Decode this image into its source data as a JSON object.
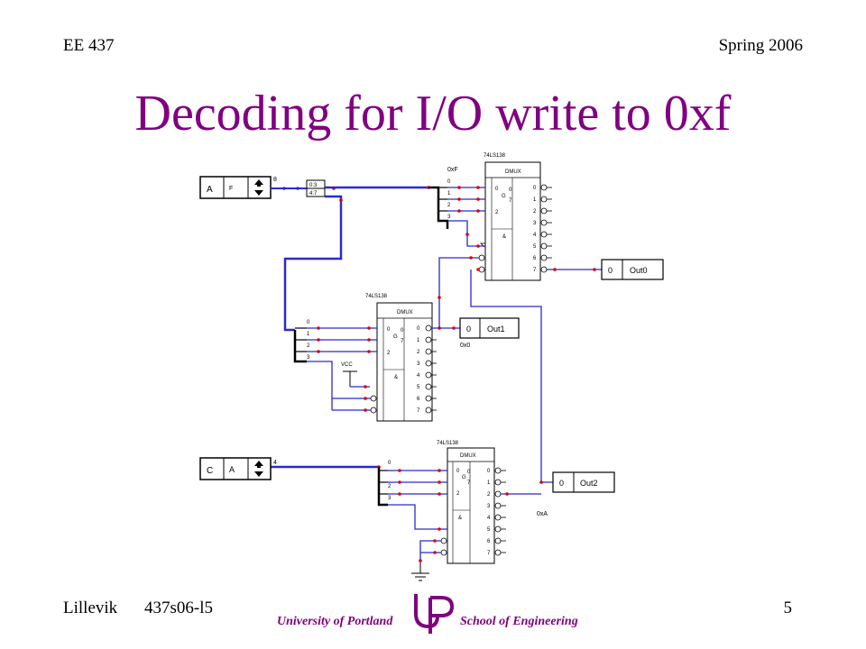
{
  "header": {
    "course": "EE 437",
    "term": "Spring 2006"
  },
  "title": "Decoding for I/O write to 0xf",
  "footer": {
    "author": "Lillevik",
    "code": "437s06-l5",
    "page": "5",
    "university": "University of Portland",
    "school": "School of Engineering"
  },
  "diagram": {
    "chip_part": "74LS138",
    "chip_name": "DMUX",
    "in_a": {
      "reg": "A",
      "val": "F",
      "bus": "8",
      "split_lo": "0:3",
      "split_hi": "4:7"
    },
    "in_c": {
      "reg": "C",
      "val": "A",
      "bus": "4"
    },
    "out0": {
      "val": "0",
      "label": "Out0"
    },
    "out1": {
      "val": "0",
      "label": "Out1"
    },
    "out2": {
      "val": "0",
      "label": "Out2"
    },
    "lbl_0xf": "0xF",
    "lbl_0x0": "0x0",
    "lbl_0xa": "0xA",
    "vcc": "VCC",
    "pin0": "0",
    "pin1": "1",
    "pin2": "2",
    "pin3": "3",
    "out_pins": [
      "0",
      "1",
      "2",
      "3",
      "4",
      "5",
      "6",
      "7"
    ],
    "g": "G",
    "g_lo": "0",
    "g_hi": "7",
    "enable": "&"
  }
}
